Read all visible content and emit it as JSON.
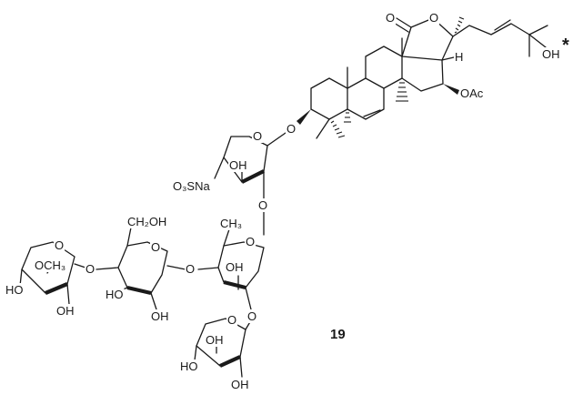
{
  "compound_id": "19",
  "star_mark": "*",
  "atom_labels": {
    "lactone_carbonyl_o": "O",
    "lactone_ring_o": "O",
    "h17": "H",
    "side_chain_oh": "OH",
    "oac": "OAc",
    "o3_link": "O",
    "xyl_ring_o": "O",
    "xyl_oh": "OH",
    "xyl_sulfate": "O₃SNa",
    "xyl_o2_link": "O",
    "qui_ch3": "CH₃",
    "qui_ring_o": "O",
    "qui_oh": "OH",
    "qui_o4_link": "O",
    "qui_o2_link": "O",
    "glc_ch2oh": "CH₂OH",
    "glc_ring_o": "O",
    "glc_oh_left": "HO",
    "glc_oh_bottom": "OH",
    "glc_o3_link": "O",
    "mxyl_ring_o": "O",
    "mxyl_och3": "OCH₃",
    "mxyl_ho": "HO",
    "mxyl_oh": "OH",
    "txyl_ring_o": "O",
    "txyl_oh": "OH",
    "txyl_ho": "HO",
    "txyl_oh_bottom": "OH"
  }
}
